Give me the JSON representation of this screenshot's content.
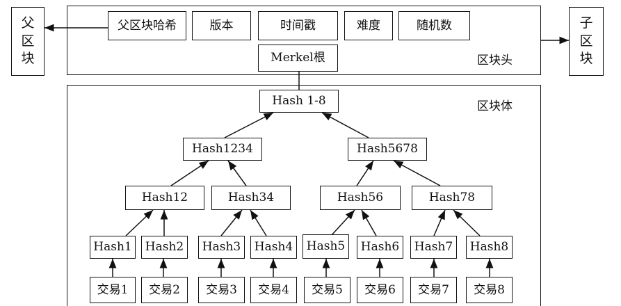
{
  "parent_block": {
    "lines": [
      "父",
      "区",
      "块"
    ]
  },
  "child_block": {
    "lines": [
      "子",
      "区",
      "块"
    ]
  },
  "header": {
    "label": "区块头",
    "fields": [
      "父区块哈希",
      "版本",
      "时间戳",
      "难度",
      "随机数"
    ],
    "merkle_root": "Merkel根"
  },
  "body": {
    "label": "区块体",
    "root": "Hash 1-8",
    "level2": [
      "Hash1234",
      "Hash5678"
    ],
    "level3": [
      "Hash12",
      "Hash34",
      "Hash56",
      "Hash78"
    ],
    "leaves": [
      "Hash1",
      "Hash2",
      "Hash3",
      "Hash4",
      "Hash5",
      "Hash6",
      "Hash7",
      "Hash8"
    ],
    "transactions": [
      "交易1",
      "交易2",
      "交易3",
      "交易4",
      "交易5",
      "交易6",
      "交易7",
      "交易8"
    ]
  }
}
